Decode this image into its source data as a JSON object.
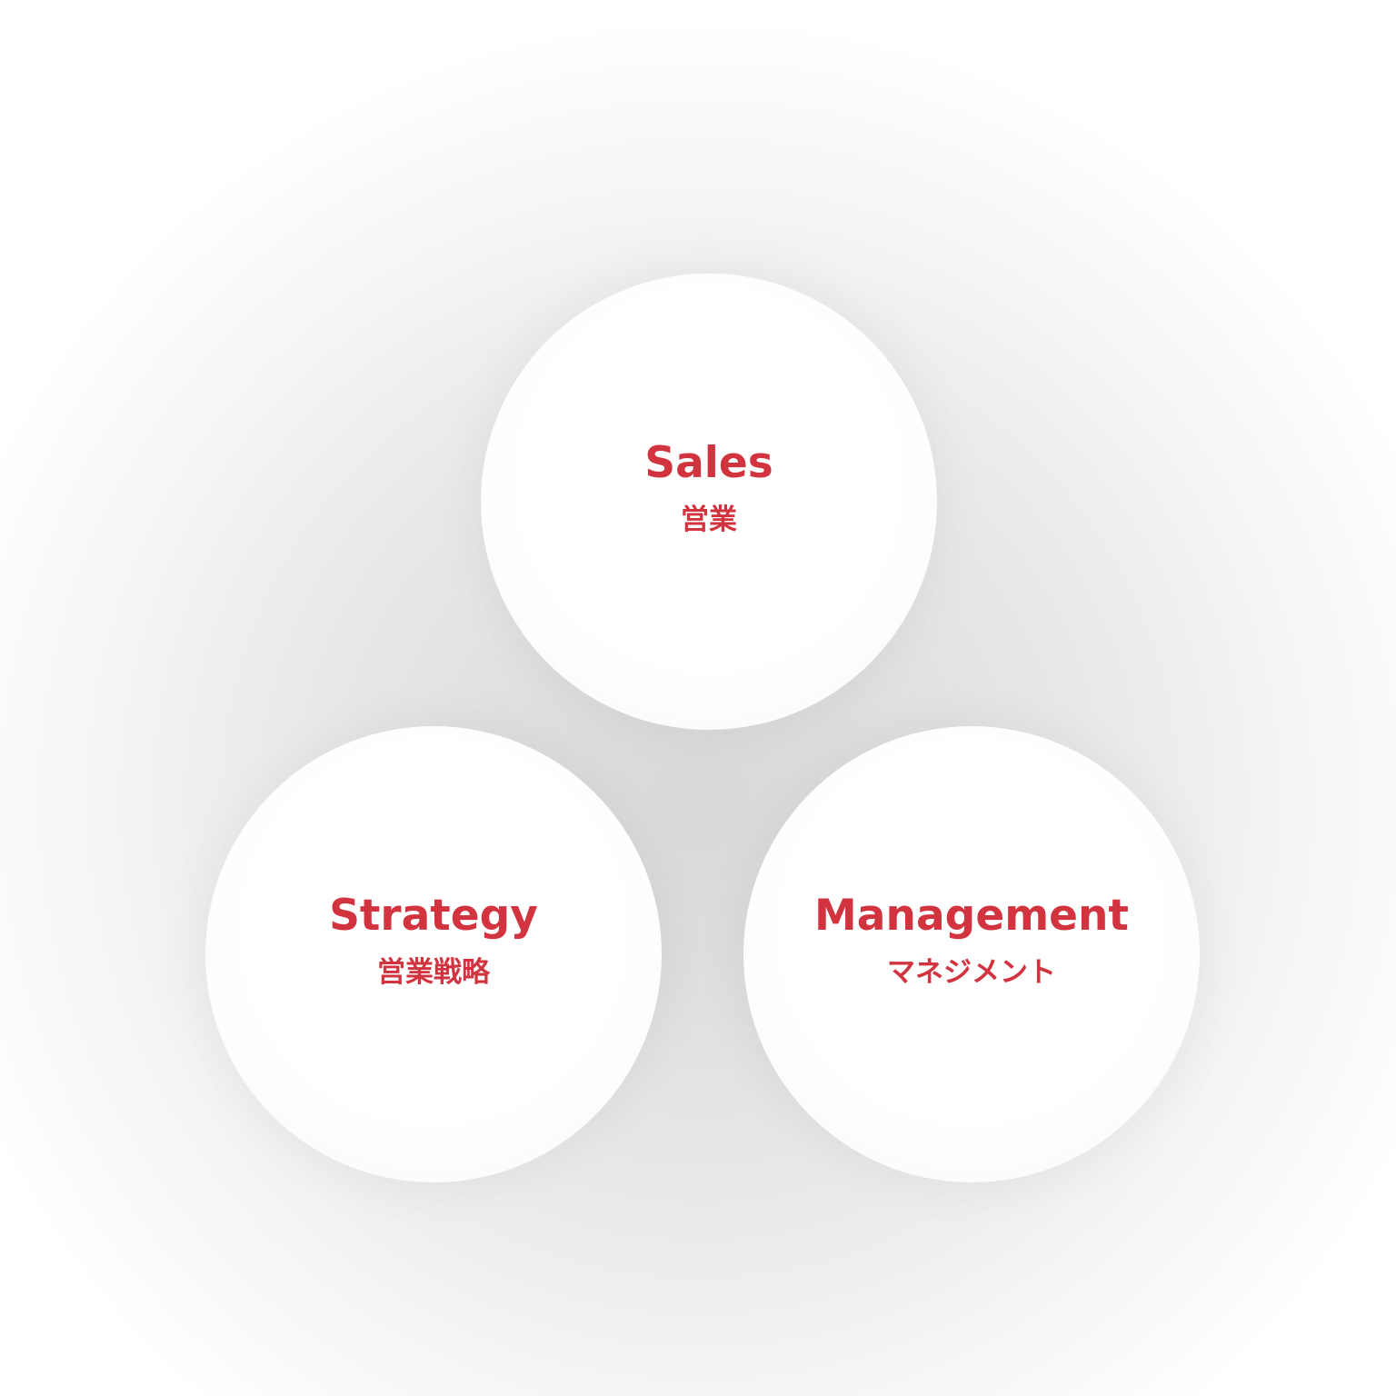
{
  "theme": {
    "accent": "#d2343f",
    "background": "#dcdcdc",
    "circle_fill": "#ffffff"
  },
  "nodes": [
    {
      "title": "Sales",
      "subtitle": "営業"
    },
    {
      "title": "Strategy",
      "subtitle": "営業戦略"
    },
    {
      "title": "Management",
      "subtitle": "マネジメント"
    }
  ]
}
